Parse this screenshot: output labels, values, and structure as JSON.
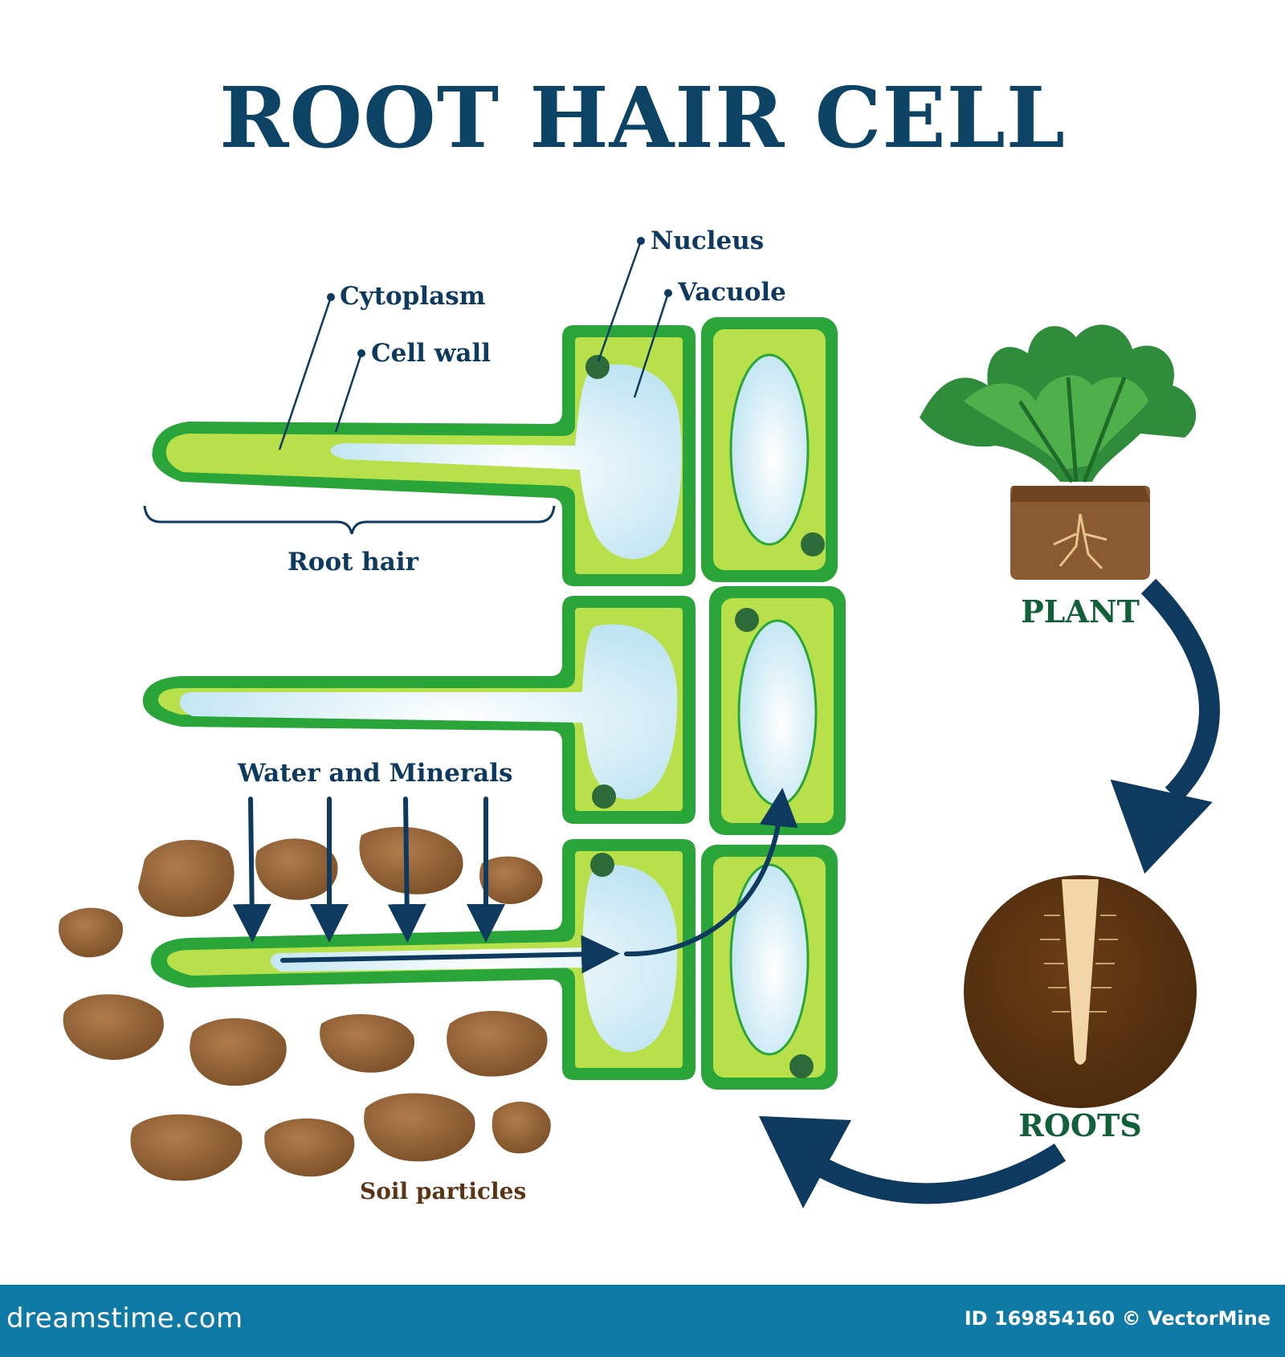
{
  "title": "ROOT HAIR CELL",
  "labels": {
    "nucleus": "Nucleus",
    "vacuole": "Vacuole",
    "cytoplasm": "Cytoplasm",
    "cell_wall": "Cell wall",
    "root_hair": "Root hair",
    "water_minerals": "Water and Minerals",
    "soil_particles": "Soil particles",
    "plant": "PLANT",
    "roots": "ROOTS"
  },
  "footer": {
    "brand": "dreamstime.com",
    "id_text": "ID 169854160 © VectorMine"
  },
  "colors": {
    "title": "#0d4466",
    "label": "#0d3a5e",
    "green_label": "#11603a",
    "cell_wall_dark": "#2aa53a",
    "cytoplasm": "#b8e04a",
    "vacuole": "#d8f0f8",
    "soil": "#9b6a3f",
    "arrow": "#0d3a5e",
    "footer": "#0f7aa6"
  }
}
